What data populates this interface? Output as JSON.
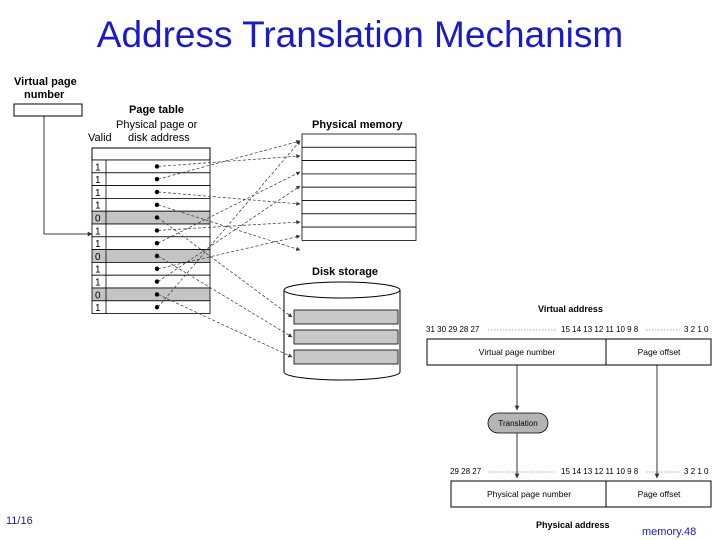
{
  "title": "Address Translation Mechanism",
  "left_diagram": {
    "vpn_label_line1": "Virtual page",
    "vpn_label_line2": "number",
    "page_table_title": "Page table",
    "col_header_line1": "Physical page or",
    "col_header_line2": "disk address",
    "valid_label": "Valid",
    "valid_bits": [
      "1",
      "1",
      "1",
      "1",
      "0",
      "1",
      "1",
      "0",
      "1",
      "1",
      "0",
      "1"
    ],
    "physical_memory_label": "Physical memory",
    "disk_storage_label": "Disk storage"
  },
  "right_diagram": {
    "virtual_address_title": "Virtual address",
    "va_bits_left": "31 30 29 28 27",
    "va_bits_mid": "15 14 13 12 11 10 9 8",
    "va_bits_right": "3 2 1 0",
    "vpn_field": "Virtual page number",
    "va_offset_field": "Page offset",
    "translation_label": "Translation",
    "pa_bits_left": "29 28 27",
    "pa_bits_mid": "15 14 13 12 11 10 9 8",
    "pa_bits_right": "3 2 1 0",
    "ppn_field": "Physical page number",
    "pa_offset_field": "Page offset",
    "physical_address_title": "Physical address"
  },
  "footer": {
    "left": "11/16",
    "right": "memory.48"
  }
}
